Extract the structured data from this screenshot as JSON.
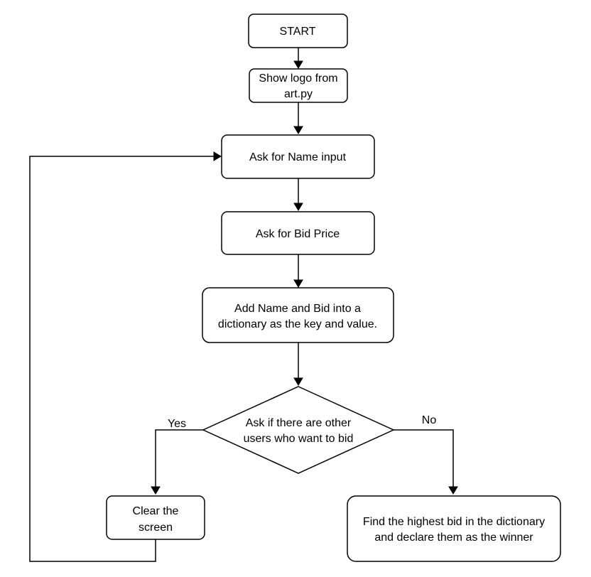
{
  "nodes": {
    "start": {
      "lines": [
        "START"
      ]
    },
    "show_logo": {
      "lines": [
        "Show logo from",
        "art.py"
      ]
    },
    "ask_name": {
      "lines": [
        "Ask for Name input"
      ]
    },
    "ask_bid": {
      "lines": [
        "Ask for Bid Price"
      ]
    },
    "add_dict": {
      "lines": [
        "Add Name and Bid into a",
        "dictionary as the key and value."
      ]
    },
    "decision": {
      "lines": [
        "Ask if there are other",
        "users who want to bid"
      ]
    },
    "clear": {
      "lines": [
        "Clear the",
        "screen"
      ]
    },
    "find": {
      "lines": [
        "Find the highest bid in the dictionary",
        "and declare them as the winner"
      ]
    }
  },
  "edge_labels": {
    "yes": "Yes",
    "no": "No"
  }
}
